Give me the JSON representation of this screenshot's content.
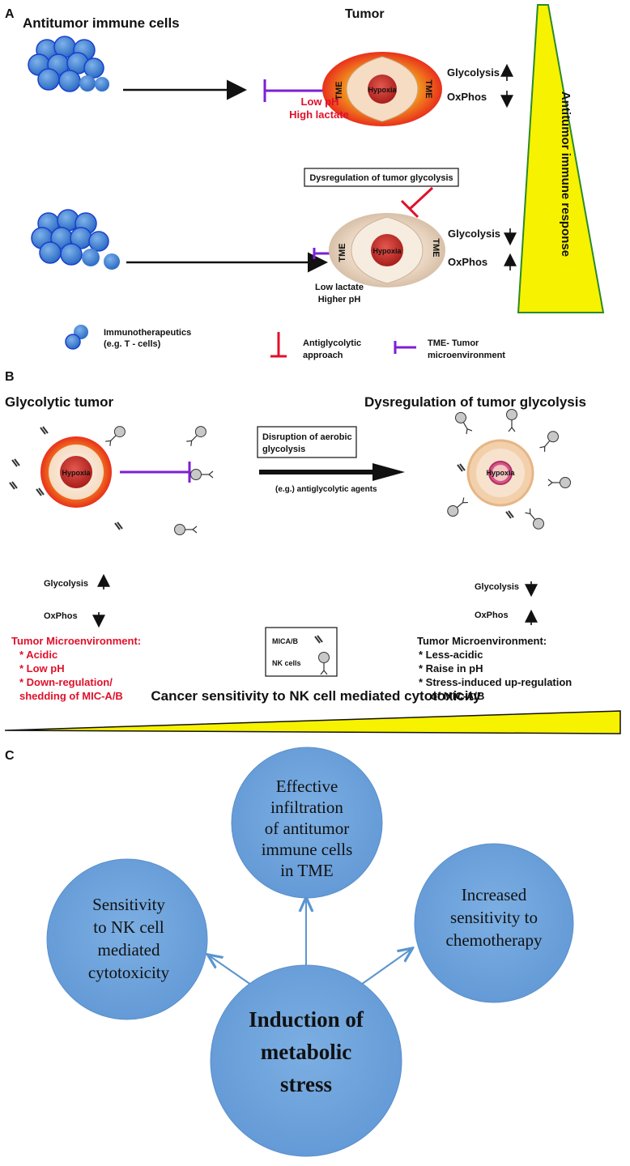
{
  "panel_a": {
    "letter": "A",
    "immune_title": "Antitumor immune cells",
    "tumor_title": "Tumor",
    "hypoxia": "Hypoxia",
    "tme": "TME",
    "top_glycolysis": "Glycolysis",
    "top_oxphos": "OxPhos",
    "low_ph": "Low pH",
    "high_lactate": "High lactate",
    "box_label": "Dysregulation of tumor glycolysis",
    "bottom_glycolysis": "Glycolysis",
    "bottom_oxphos": "OxPhos",
    "low_lactate": "Low lactate",
    "higher_ph": "Higher pH",
    "response_label": "Antitumor immune response",
    "legend": {
      "immuno_line1": "Immunotherapeutics",
      "immuno_line2": "(e.g. T - cells)",
      "antigly_line1": "Antiglycolytic",
      "antigly_line2": "approach",
      "tme_line1": "TME- Tumor",
      "tme_line2": "microenvironment"
    },
    "colors": {
      "tumor_red": "#e8301c",
      "tumor_orange": "#f3a21e",
      "inhibit_purple": "#7b1fd6",
      "inhibit_red": "#e0102a",
      "cell_blue": "#3d7fd0",
      "wedge_yellow": "#f7f200",
      "wedge_green": "#2a8a2a"
    }
  },
  "panel_b": {
    "letter": "B",
    "left_title": "Glycolytic tumor",
    "right_title": "Dysregulation of tumor glycolysis",
    "hypoxia": "Hypoxia",
    "box_line1": "Disruption of aerobic",
    "box_line2": "glycolysis",
    "agents": "(e.g.) antiglycolytic agents",
    "left_glycolysis": "Glycolysis",
    "left_oxphos": "OxPhos",
    "right_glycolysis": "Glycolysis",
    "right_oxphos": "OxPhos",
    "left_tme_title": "Tumor Microenvironment:",
    "left_tme_items": [
      "* Acidic",
      "* Low pH",
      "* Down-regulation/",
      "shedding of MIC-A/B"
    ],
    "right_tme_title": "Tumor Microenvironment:",
    "right_tme_items": [
      "* Less-acidic",
      "* Raise in pH",
      "* Stress-induced up-regulation",
      "of MIC-A/B"
    ],
    "legend_mica": "MICA/B",
    "legend_nk": "NK cells",
    "sensitivity_title": "Cancer sensitivity to NK cell mediated cytotoxicity"
  },
  "panel_c": {
    "letter": "C",
    "top_circle": [
      "Effective",
      "infiltration",
      "of antitumor",
      "immune cells",
      "in TME"
    ],
    "left_circle": [
      "Sensitivity",
      "to NK cell",
      "mediated",
      "cytotoxicity"
    ],
    "right_circle": [
      "Increased",
      "sensitivity to",
      "chemotherapy"
    ],
    "center_circle": [
      "Induction of",
      "metabolic",
      "stress"
    ],
    "colors": {
      "circle_fill": "#6fa4dd",
      "arrow": "#5b95cf"
    }
  }
}
